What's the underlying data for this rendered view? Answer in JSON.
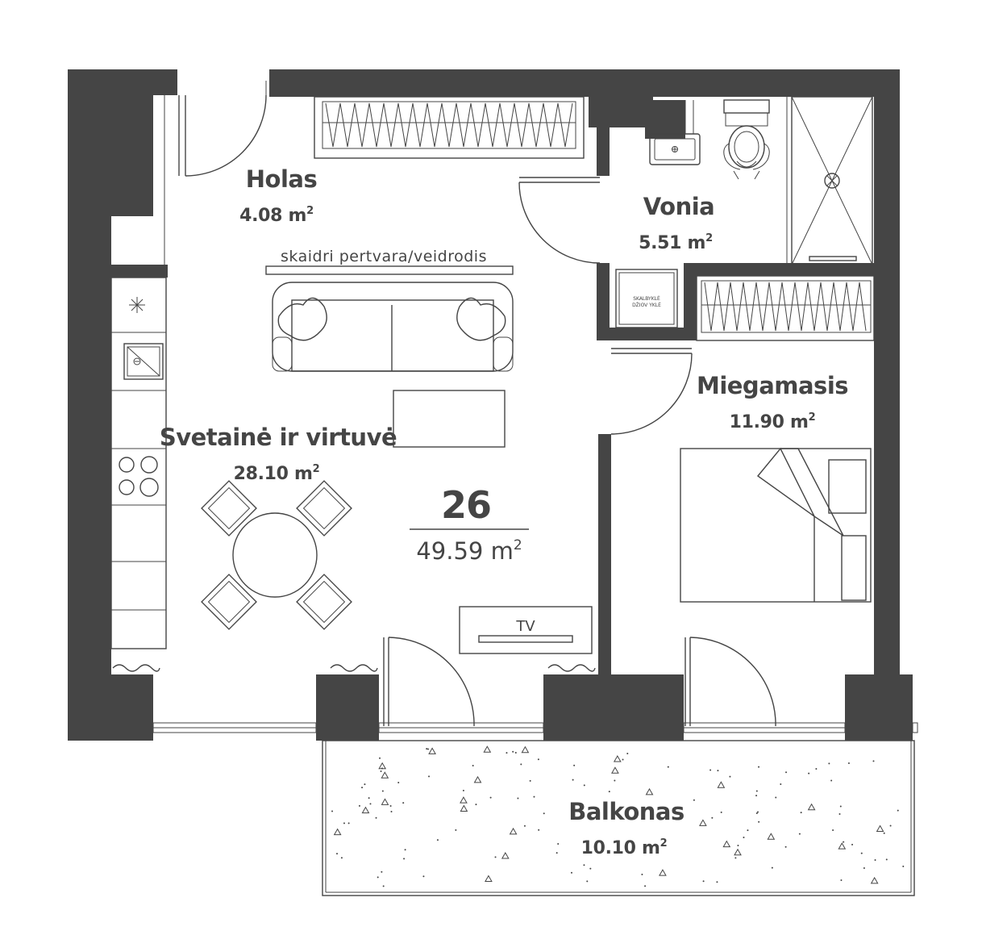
{
  "unit": {
    "number": "26",
    "area": "49.59 m",
    "area_sup": "2"
  },
  "rooms": {
    "hall": {
      "name": "Holas",
      "area": "4.08 m",
      "sup": "2"
    },
    "bathroom": {
      "name": "Vonia",
      "area": "5.51 m",
      "sup": "2"
    },
    "living": {
      "name": "Svetainė ir virtuvė",
      "area": "28.10 m",
      "sup": "2"
    },
    "bedroom": {
      "name": "Miegamasis",
      "area": "11.90 m",
      "sup": "2"
    },
    "balcony": {
      "name": "Balkonas",
      "area": "10.10 m",
      "sup": "2"
    }
  },
  "labels": {
    "partition": "skaidri pertvara/veidrodis",
    "tv": "TV",
    "washer_line1": "SKALBYKLĖ",
    "washer_line2": "DŽIOV YKLĖ"
  },
  "colors": {
    "wall": "#454545",
    "background": "#ffffff"
  }
}
